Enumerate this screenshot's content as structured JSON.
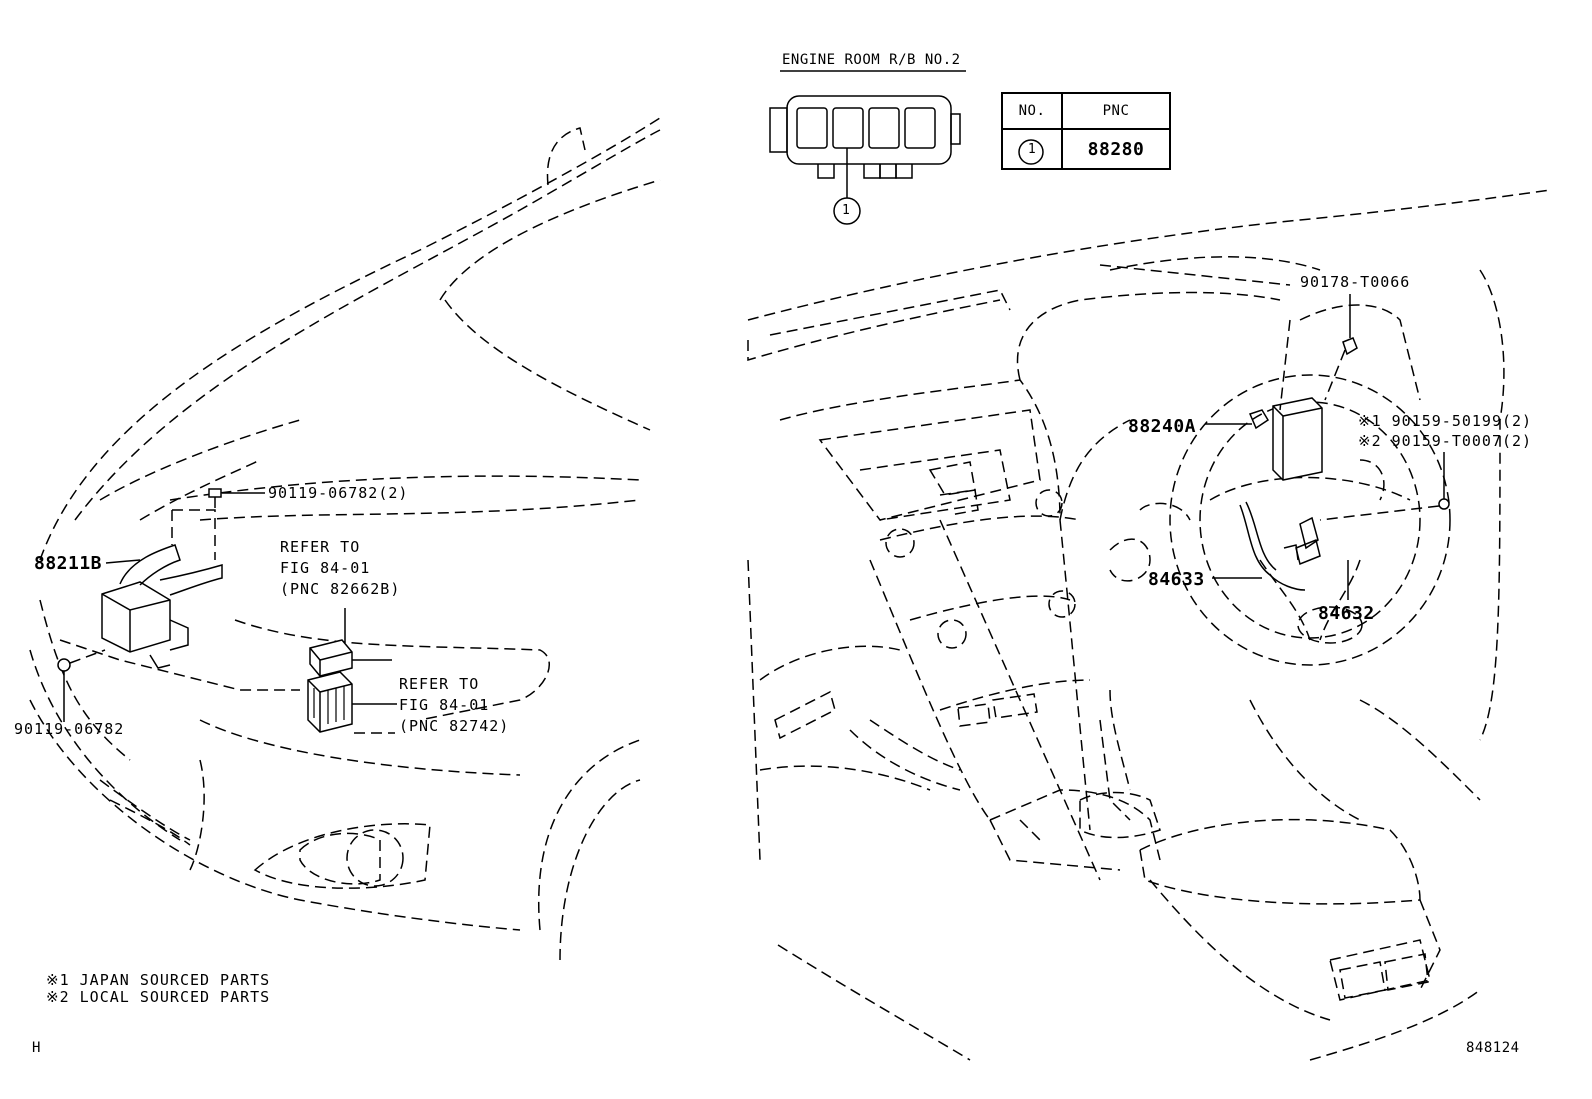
{
  "connector": {
    "title": "ENGINE ROOM R/B NO.2",
    "callout": "1"
  },
  "pnc_table": {
    "col_no": "NO.",
    "col_pnc": "PNC",
    "row_no": "1",
    "row_pnc": "88280"
  },
  "labels": {
    "p90119_top": "90119-06782(2)",
    "p88211b": "88211B",
    "p90119_bottom": "90119-06782",
    "refer1_line1": "REFER TO",
    "refer1_line2": "FIG 84-01",
    "refer1_line3": "(PNC 82662B)",
    "refer2_line1": "REFER TO",
    "refer2_line2": "FIG 84-01",
    "refer2_line3": "(PNC 82742)",
    "p90178": "90178-T0066",
    "p88240a": "88240A",
    "p90159_1": "※1 90159-50199(2)",
    "p90159_2": "※2 90159-T0007(2)",
    "p84633": "84633",
    "p84632": "84632"
  },
  "legend": {
    "line1": "※1 JAPAN SOURCED PARTS",
    "line2": "※2 LOCAL SOURCED PARTS"
  },
  "footer": {
    "left_code": "H",
    "diagram_id": "848124"
  }
}
